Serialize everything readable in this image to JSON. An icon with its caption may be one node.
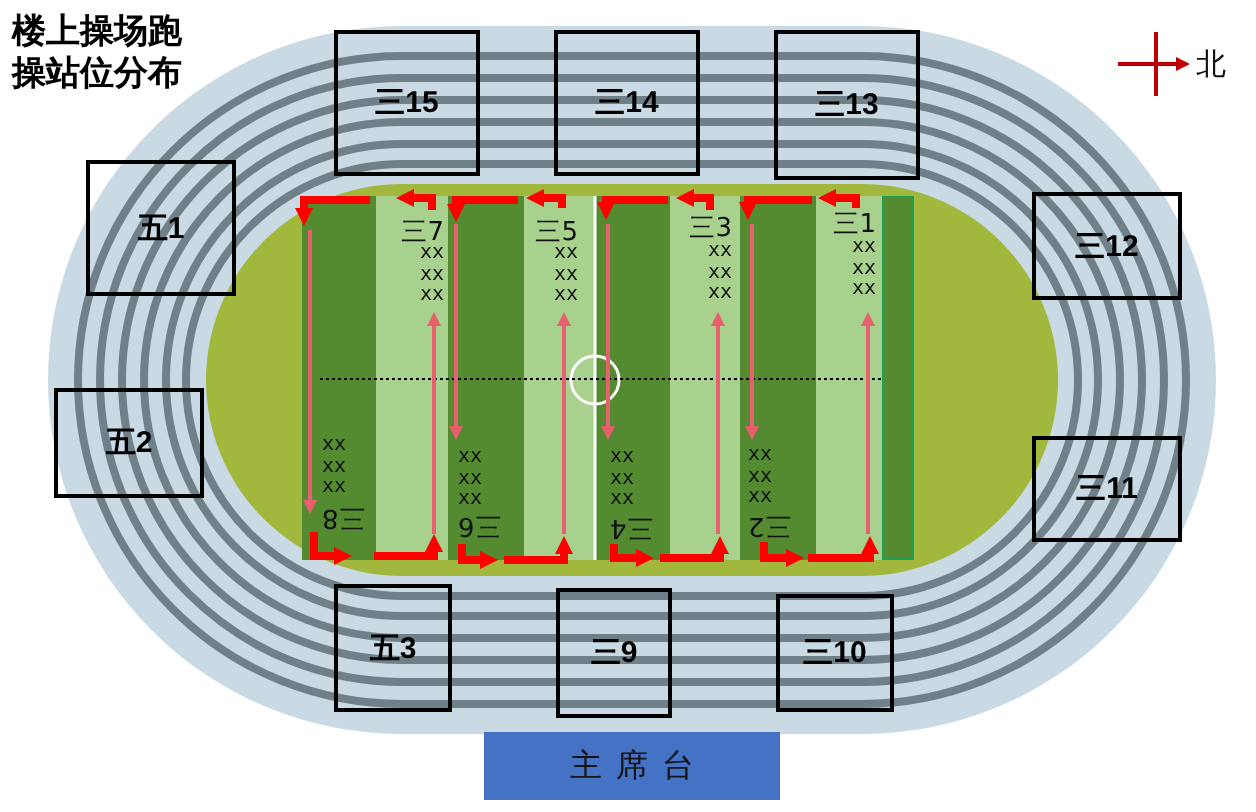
{
  "diagram": {
    "title": "楼上操场跑操站位分布",
    "nodes": [
      {
        "text": [
          "三15"
        ]
      },
      {
        "text": [
          "三14"
        ]
      },
      {
        "text": [
          "三13"
        ]
      },
      {
        "text": [
          "五1"
        ]
      },
      {
        "text": [
          "三12"
        ]
      },
      {
        "text": [
          "五2"
        ]
      },
      {
        "text": [
          "三11"
        ]
      },
      {
        "text": [
          "五3"
        ]
      },
      {
        "text": [
          "三9"
        ]
      },
      {
        "text": [
          "三10"
        ]
      },
      {
        "text": [
          "主席台"
        ]
      }
    ],
    "labels": [
      "北",
      "三7",
      "xx xx xx",
      "三5",
      "xx xx xx",
      "三3",
      "xx xx xx",
      "三1",
      "xx xx xx",
      "xx xx xx",
      "三8",
      "xx xx xx",
      "三6",
      "xx xx xx",
      "三4",
      "xx xx xx",
      "三2"
    ]
  }
}
